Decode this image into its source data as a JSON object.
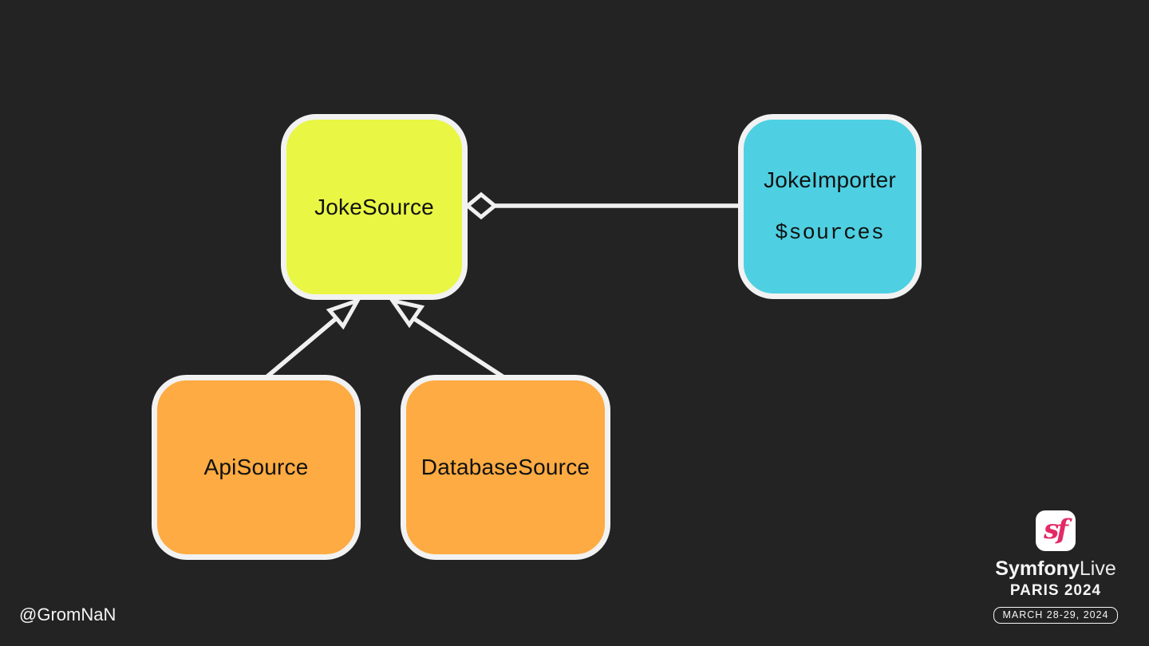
{
  "colors": {
    "background": "#232323",
    "node-border": "#f2f2f2",
    "connector": "#f0f0f0",
    "node-yellow": "#e9f644",
    "node-cyan": "#4ed0e2",
    "node-orange": "#fdab42",
    "text-dark": "#111111",
    "text-light": "#f5f5f5",
    "symfony-pink": "#e32a66"
  },
  "diagram": {
    "nodes": [
      {
        "id": "joke-source",
        "label": "JokeSource",
        "color": "yellow"
      },
      {
        "id": "joke-importer",
        "label": "JokeImporter",
        "property": "$sources",
        "color": "cyan"
      },
      {
        "id": "api-source",
        "label": "ApiSource",
        "color": "orange"
      },
      {
        "id": "database-source",
        "label": "DatabaseSource",
        "color": "orange"
      }
    ],
    "edges": [
      {
        "from": "joke-importer",
        "to": "joke-source",
        "type": "aggregation"
      },
      {
        "from": "api-source",
        "to": "joke-source",
        "type": "inheritance"
      },
      {
        "from": "database-source",
        "to": "joke-source",
        "type": "inheritance"
      }
    ]
  },
  "footer": {
    "handle": "@GromNaN"
  },
  "logo": {
    "monogram": "sf",
    "brand": "Symfony",
    "brand_suffix": "Live",
    "event": "PARIS 2024",
    "dates": "MARCH 28-29, 2024"
  }
}
